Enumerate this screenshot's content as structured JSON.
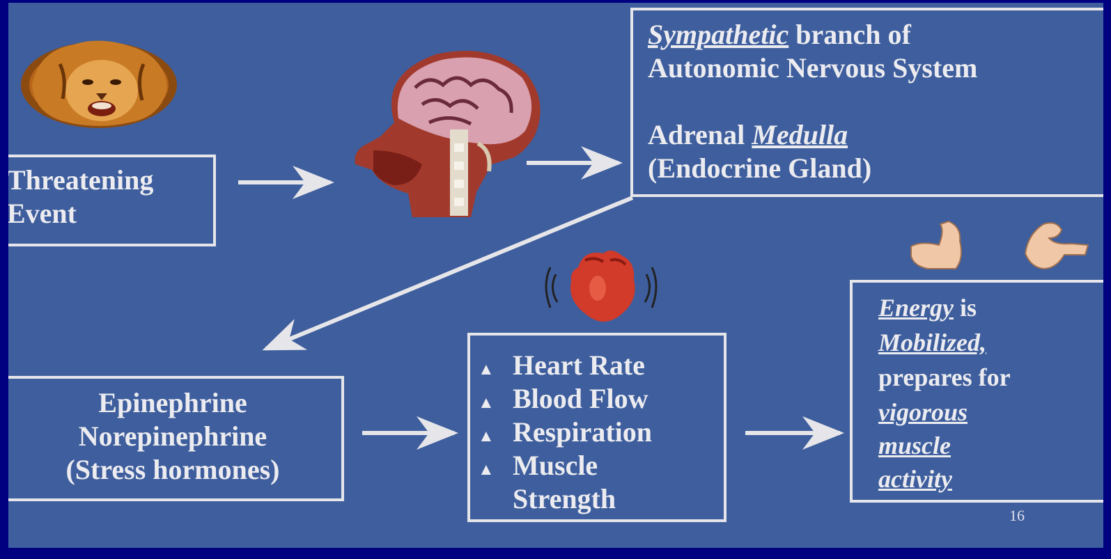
{
  "threat_box": {
    "line1": "Threatening",
    "line2": "Event"
  },
  "ans_box": {
    "sympathetic": "Sympathetic",
    "branch_of": " branch of",
    "line2": "Autonomic Nervous System",
    "adrenal": "Adrenal ",
    "medulla": "Medulla",
    "line4": "(Endocrine Gland)"
  },
  "hormones_box": {
    "line1": "Epinephrine",
    "line2": "Norepinephrine",
    "line3": "(Stress hormones)"
  },
  "effects_box": {
    "arrow_symbol": "▲",
    "items": [
      "Heart Rate",
      "Blood Flow",
      "Respiration",
      "Muscle",
      "Strength"
    ]
  },
  "energy_box": {
    "energy": "Energy",
    "is": " is",
    "mobilized": "Mobilized,",
    "prepares": "prepares for",
    "vigorous": "vigorous",
    "muscle": "muscle",
    "activity": "activity"
  },
  "slide_number": "16",
  "colors": {
    "background": "#3e5e9d",
    "frame": "#000080",
    "line": "#e6e6ea"
  },
  "icons": [
    "lion-icon",
    "brain-head-icon",
    "heart-icon",
    "flexed-arm-icon"
  ]
}
